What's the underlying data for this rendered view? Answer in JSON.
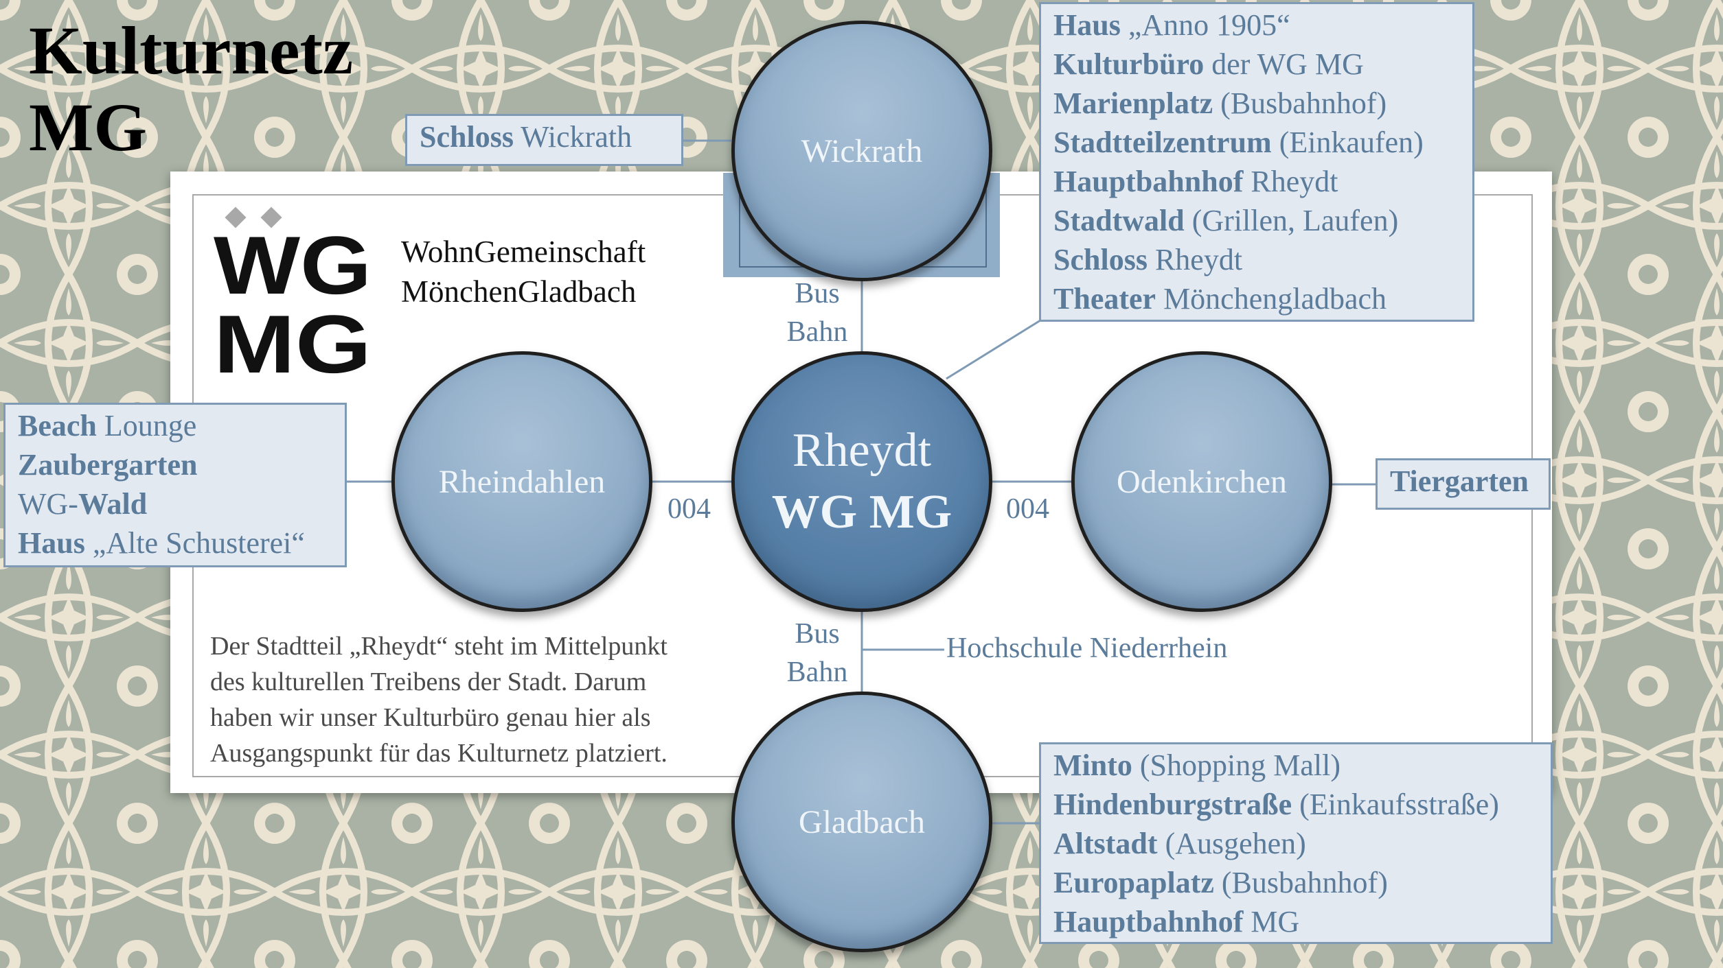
{
  "title": {
    "line1": "Kulturnetz",
    "line2": "MG"
  },
  "logo": {
    "letters_top": "WG",
    "letters_bottom": "MG",
    "text_line1": "WohnGemeinschaft",
    "text_line2": "MönchenGladbach"
  },
  "description": [
    "Der Stadtteil „Rheydt“ steht im Mittelpunkt",
    "des kulturellen Treibens der Stadt. Darum",
    "haben wir unser Kulturbüro genau hier als",
    "Ausgangspunkt für das Kulturnetz platziert."
  ],
  "nodes": {
    "center": {
      "line1": "Rheydt",
      "line2": "WG MG"
    },
    "top": "Wickrath",
    "left": "Rheindahlen",
    "right": "Odenkirchen",
    "bottom": "Gladbach"
  },
  "connectors": {
    "top": [
      "Bus",
      "Bahn"
    ],
    "bottom": [
      "Bus",
      "Bahn"
    ],
    "left": "004",
    "right": "004",
    "hochschule": "Hochschule Niederrhein"
  },
  "boxes": {
    "wickrath": [
      {
        "bold": "Schloss",
        "rest": " Wickrath"
      }
    ],
    "rheydt": [
      {
        "bold": "Haus",
        "rest": " „Anno 1905“"
      },
      {
        "bold": "Kulturbüro",
        "rest": " der WG MG"
      },
      {
        "bold": "Marienplatz",
        "rest": " (Busbahnhof)"
      },
      {
        "bold": "Stadtteilzentrum",
        "rest": " (Einkaufen)"
      },
      {
        "bold": "Hauptbahnhof",
        "rest": " Rheydt"
      },
      {
        "bold": "Stadtwald",
        "rest": " (Grillen, Laufen)"
      },
      {
        "bold": "Schloss",
        "rest": " Rheydt"
      },
      {
        "bold": "Theater",
        "rest": " Mönchengladbach"
      }
    ],
    "rheindahlen": [
      {
        "pre": "",
        "bold": "Beach",
        "rest": " Lounge"
      },
      {
        "pre": "",
        "bold": "Zaubergarten",
        "rest": ""
      },
      {
        "pre": "WG-",
        "bold": "Wald",
        "rest": ""
      },
      {
        "pre": "",
        "bold": "Haus",
        "rest": " „Alte Schusterei“"
      }
    ],
    "odenkirchen": [
      {
        "bold": "Tiergarten",
        "rest": ""
      }
    ],
    "gladbach": [
      {
        "bold": "Minto",
        "rest": " (Shopping Mall)"
      },
      {
        "bold": "Hindenburgstraße",
        "rest": " (Einkaufsstraße)"
      },
      {
        "bold": "Altstadt",
        "rest": " (Ausgehen)"
      },
      {
        "bold": "Europaplatz",
        "rest": " (Busbahnhof)"
      },
      {
        "bold": "Hauptbahnhof",
        "rest": " MG"
      }
    ]
  },
  "colors": {
    "background": "#a9b2a5",
    "pattern": "#ece4d2",
    "node": "#90adc8",
    "center_node": "#5780a8",
    "box_fill": "#e3e9f1",
    "box_border": "#7f9ab5",
    "text_blue": "#5b7b9b"
  }
}
